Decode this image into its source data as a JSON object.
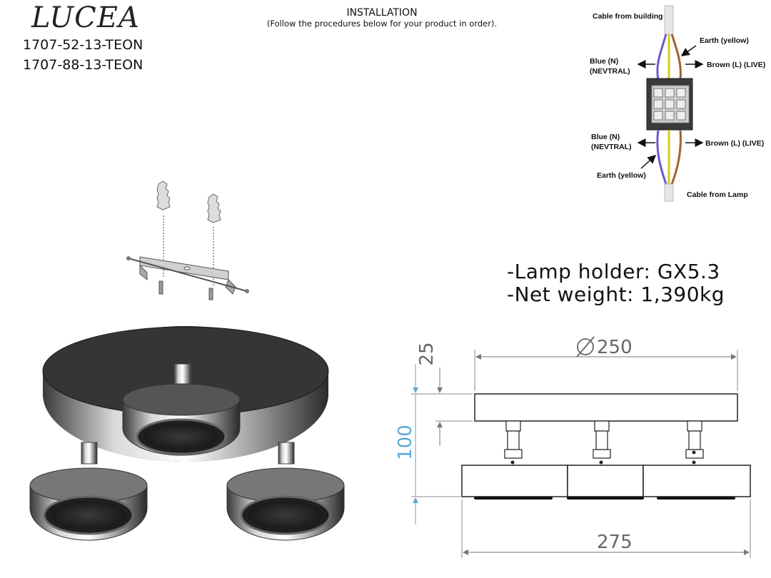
{
  "header": {
    "brand": "LUCEA",
    "codes": [
      "1707-52-13-TEON",
      "1707-88-13-TEON"
    ],
    "installation_title": "INSTALLATION",
    "installation_subtitle": "(Follow the procedures below for your product in order)."
  },
  "wiring": {
    "cable_from_building": "Cable from building",
    "earth_top": "Earth (yellow)",
    "blue_top_1": "Blue (N)",
    "blue_top_2": "(NEVTRAL)",
    "brown_top": "Brown (L) (LIVE)",
    "blue_bottom_1": "Blue (N)",
    "blue_bottom_2": "(NEVTRAL)",
    "brown_bottom": "Brown (L) (LIVE)",
    "earth_bottom": "Earth (yellow)",
    "cable_from_lamp": "Cable from Lamp",
    "colors": {
      "blue": "#6a5acd",
      "yellow": "#d8c81a",
      "brown": "#a0622d"
    }
  },
  "specs": {
    "lamp_holder": "-Lamp holder: GX5.3",
    "net_weight": "-Net weight: 1,390kg"
  },
  "dimensions": {
    "d25": "25",
    "d250": "250",
    "d100": "100",
    "d275": "275",
    "accent": "#5aa9d6"
  }
}
